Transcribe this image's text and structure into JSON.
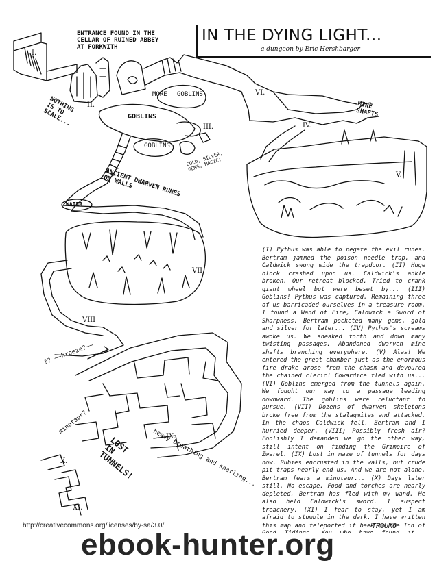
{
  "document": {
    "title": "IN THE DYING LIGHT...",
    "subtitle": "a dungeon by Eric Hershbarger"
  },
  "map": {
    "labels": {
      "entrance": "ENTRANCE FOUND IN THE\nCELLAR OF RUINED ABBEY\nAT FORKWITH",
      "nothing_to_scale": "NOTHING\nIS TO\nSCALE...",
      "more": "MORE",
      "goblins_upper": "GOBLINS",
      "goblins_mid": "GOBLINS",
      "goblins_low": "GOBLINS",
      "gold_gems": "GOLD, SILVER,\nGEMS, MAGIC!",
      "mine_shafts": "MINE\nSHAFTS",
      "ancient_runes": "ANCIENT DWARVEN RUNES\nON WALLS",
      "water": "WATER",
      "breeze": "?? ~~breeze?~~",
      "minotaur": "minotaur?",
      "lost_in_tunnels": "LOST\nIN\nTUNNELS!",
      "heavy_breathing": "heavy breathing and snarling..."
    },
    "numerals": {
      "i": "I.",
      "ii": "II.",
      "iii": "III.",
      "iv": "IV.",
      "v": "V.",
      "vi": "VI.",
      "vii": "VII.",
      "viii": "VIII",
      "ix": "IX.",
      "x": "X.",
      "xi": "XI."
    }
  },
  "narrative": {
    "text": "(I) Pythus was able to negate the evil runes. Bertram jammed the poison needle trap, and Caldwick swung wide the trapdoor. (II) Huge block crashed upon us. Caldwick's ankle broken. Our retreat blocked. Tried to crank giant wheel but were beset by... (III) Goblins! Pythus was captured. Remaining three of us barricaded ourselves in a treasure room. I found a Wand of Fire, Caldwick a Sword of Sharpness. Bertram pocketed many gems, gold and silver for later... (IV) Pythus's screams awoke us. We sneaked forth and down many twisting passages. Abandoned dwarven mine shafts branching everywhere. (V) Alas! We entered the great chamber just as the enormous fire drake arose from the chasm and devoured the chained cleric! Cowardice fled with us... (VI) Goblins emerged from the tunnels again. We fought our way to a passage leading downward. The goblins were reluctant to pursue. (VII) Dozens of dwarven skeletons broke free from the stalagmites and attacked. In the chaos Caldwick fell. Bertram and I hurried deeper. (VIII) Possibly fresh air? Foolishly I demanded we go the other way, still intent on finding the Grimoire of Zwarel. (IX) Lost in maze of tunnels for days now. Rubies encrusted in the walls, but crude pit traps nearly end us. And we are not alone. Bertram fears a minotaur... (X) Days later still. No escape. Food and torches are nearly depleted. Bertram has fled with my wand. He also held Caldwick's sword. I suspect treachery. (XI) I fear to stay, yet I am afraid to stumble in the dark. I have written this map and teleported it back to the Inn of Good Tidings. You who have found it... please... help me.",
    "signature": "~TROUMO"
  },
  "footer": {
    "license_url": "http://creativecommons.org/licenses/by-sa/3.0/",
    "watermark": "ebook-hunter.org"
  }
}
